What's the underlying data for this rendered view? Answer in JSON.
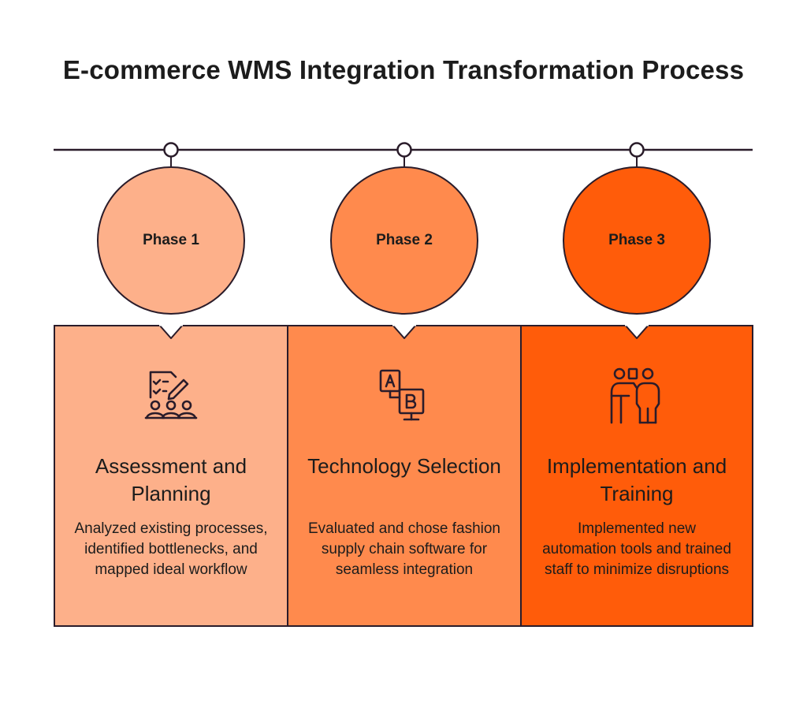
{
  "title": "E-commerce WMS Integration Transformation Process",
  "colors": {
    "stroke": "#2a1c2a",
    "phase1": "#fdb08a",
    "phase2": "#ff8a4d",
    "phase3": "#ff5c0a"
  },
  "phases": [
    {
      "label": "Phase 1",
      "heading": "Assessment and Planning",
      "description": "Analyzed existing processes, identified bottlenecks, and mapped ideal workflow",
      "icon": "checklist-team-icon"
    },
    {
      "label": "Phase 2",
      "heading": "Technology Selection",
      "description": "Evaluated and chose fashion supply chain software for seamless integration",
      "icon": "ab-comparison-icon"
    },
    {
      "label": "Phase 3",
      "heading": "Implementation and Training",
      "description": "Implemented new automation tools and trained staff to minimize disruptions",
      "icon": "presenter-training-icon"
    }
  ]
}
